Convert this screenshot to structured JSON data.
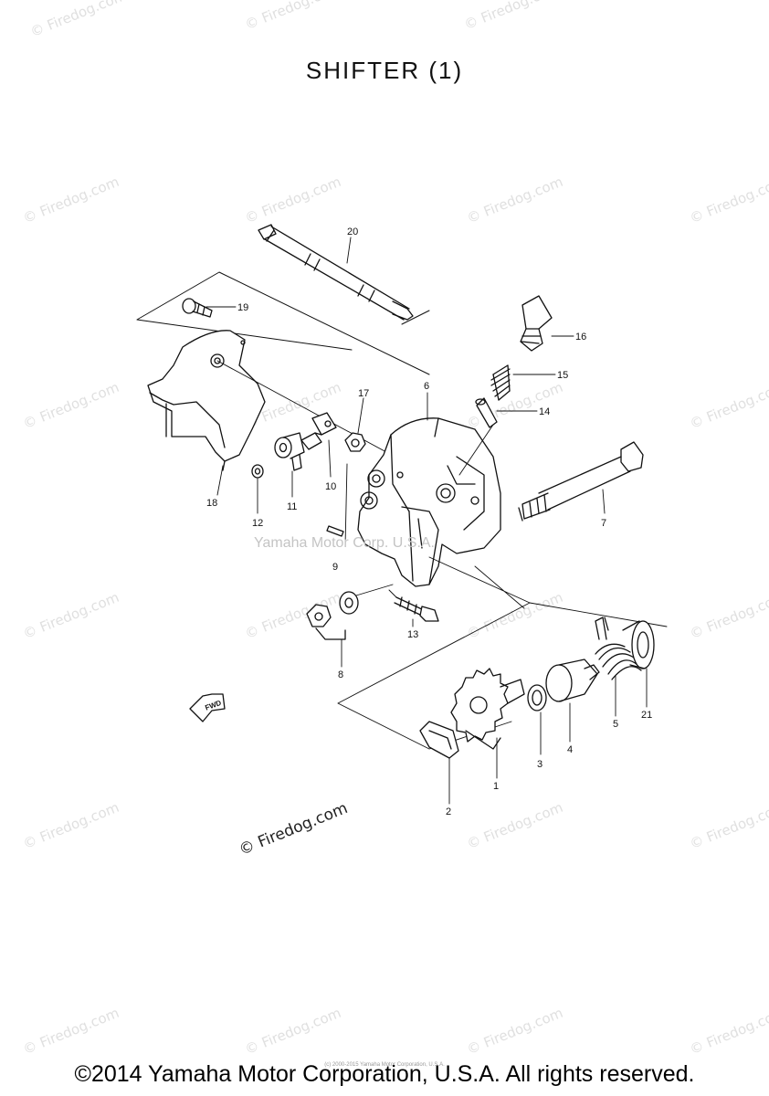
{
  "title": "SHIFTER  (1)",
  "parts": {
    "p1": "1",
    "p2": "2",
    "p3": "3",
    "p4": "4",
    "p5": "5",
    "p6": "6",
    "p7": "7",
    "p8": "8",
    "p9": "9",
    "p10": "10",
    "p11": "11",
    "p12": "12",
    "p13": "13",
    "p14": "14",
    "p15": "15",
    "p16": "16",
    "p17": "17",
    "p18": "18",
    "p19": "19",
    "p20": "20",
    "p21": "21"
  },
  "fwd_label": "FWD",
  "watermarks": {
    "firedog": "© Firedog.com",
    "center": "Yamaha Motor Corp. U.S.A.",
    "tiny": "(c) 2000-2015 Yamaha Motor Corporation, U.S.A."
  },
  "footer": "©2014 Yamaha Motor Corporation, U.S.A. All rights reserved."
}
